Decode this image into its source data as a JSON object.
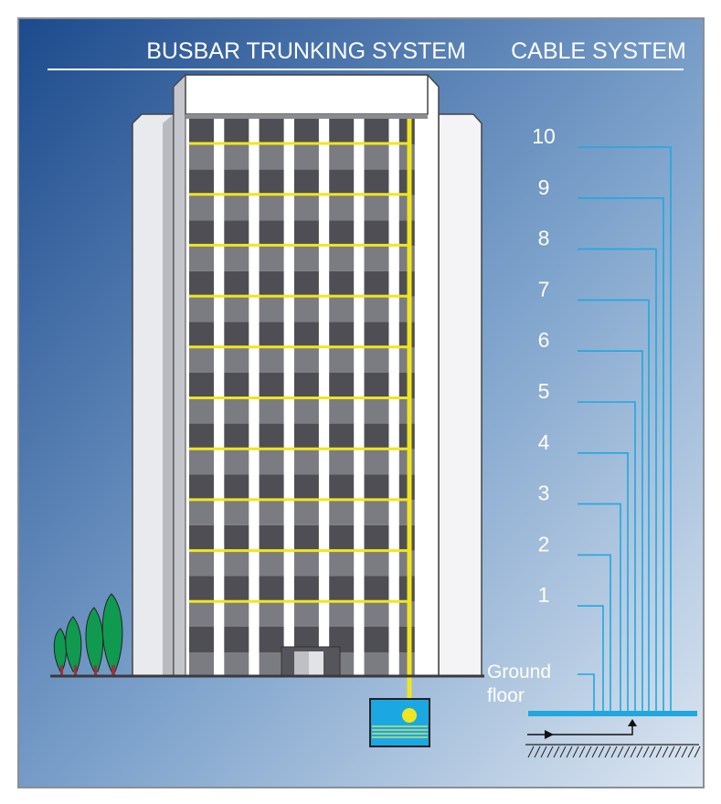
{
  "titles": {
    "busbar": "BUSBAR TRUNKING SYSTEM",
    "cable": "CABLE SYSTEM"
  },
  "floors": [
    "10",
    "9",
    "8",
    "7",
    "6",
    "5",
    "4",
    "3",
    "2",
    "1"
  ],
  "ground_floor": {
    "line1": "Ground",
    "line2": "floor"
  },
  "colors": {
    "busbar": "#f0e61e",
    "cable": "#1fa8e0",
    "bg_top": "#1c4a8c",
    "bg_bottom": "#d0dcea",
    "tree": "#0f9a50"
  }
}
